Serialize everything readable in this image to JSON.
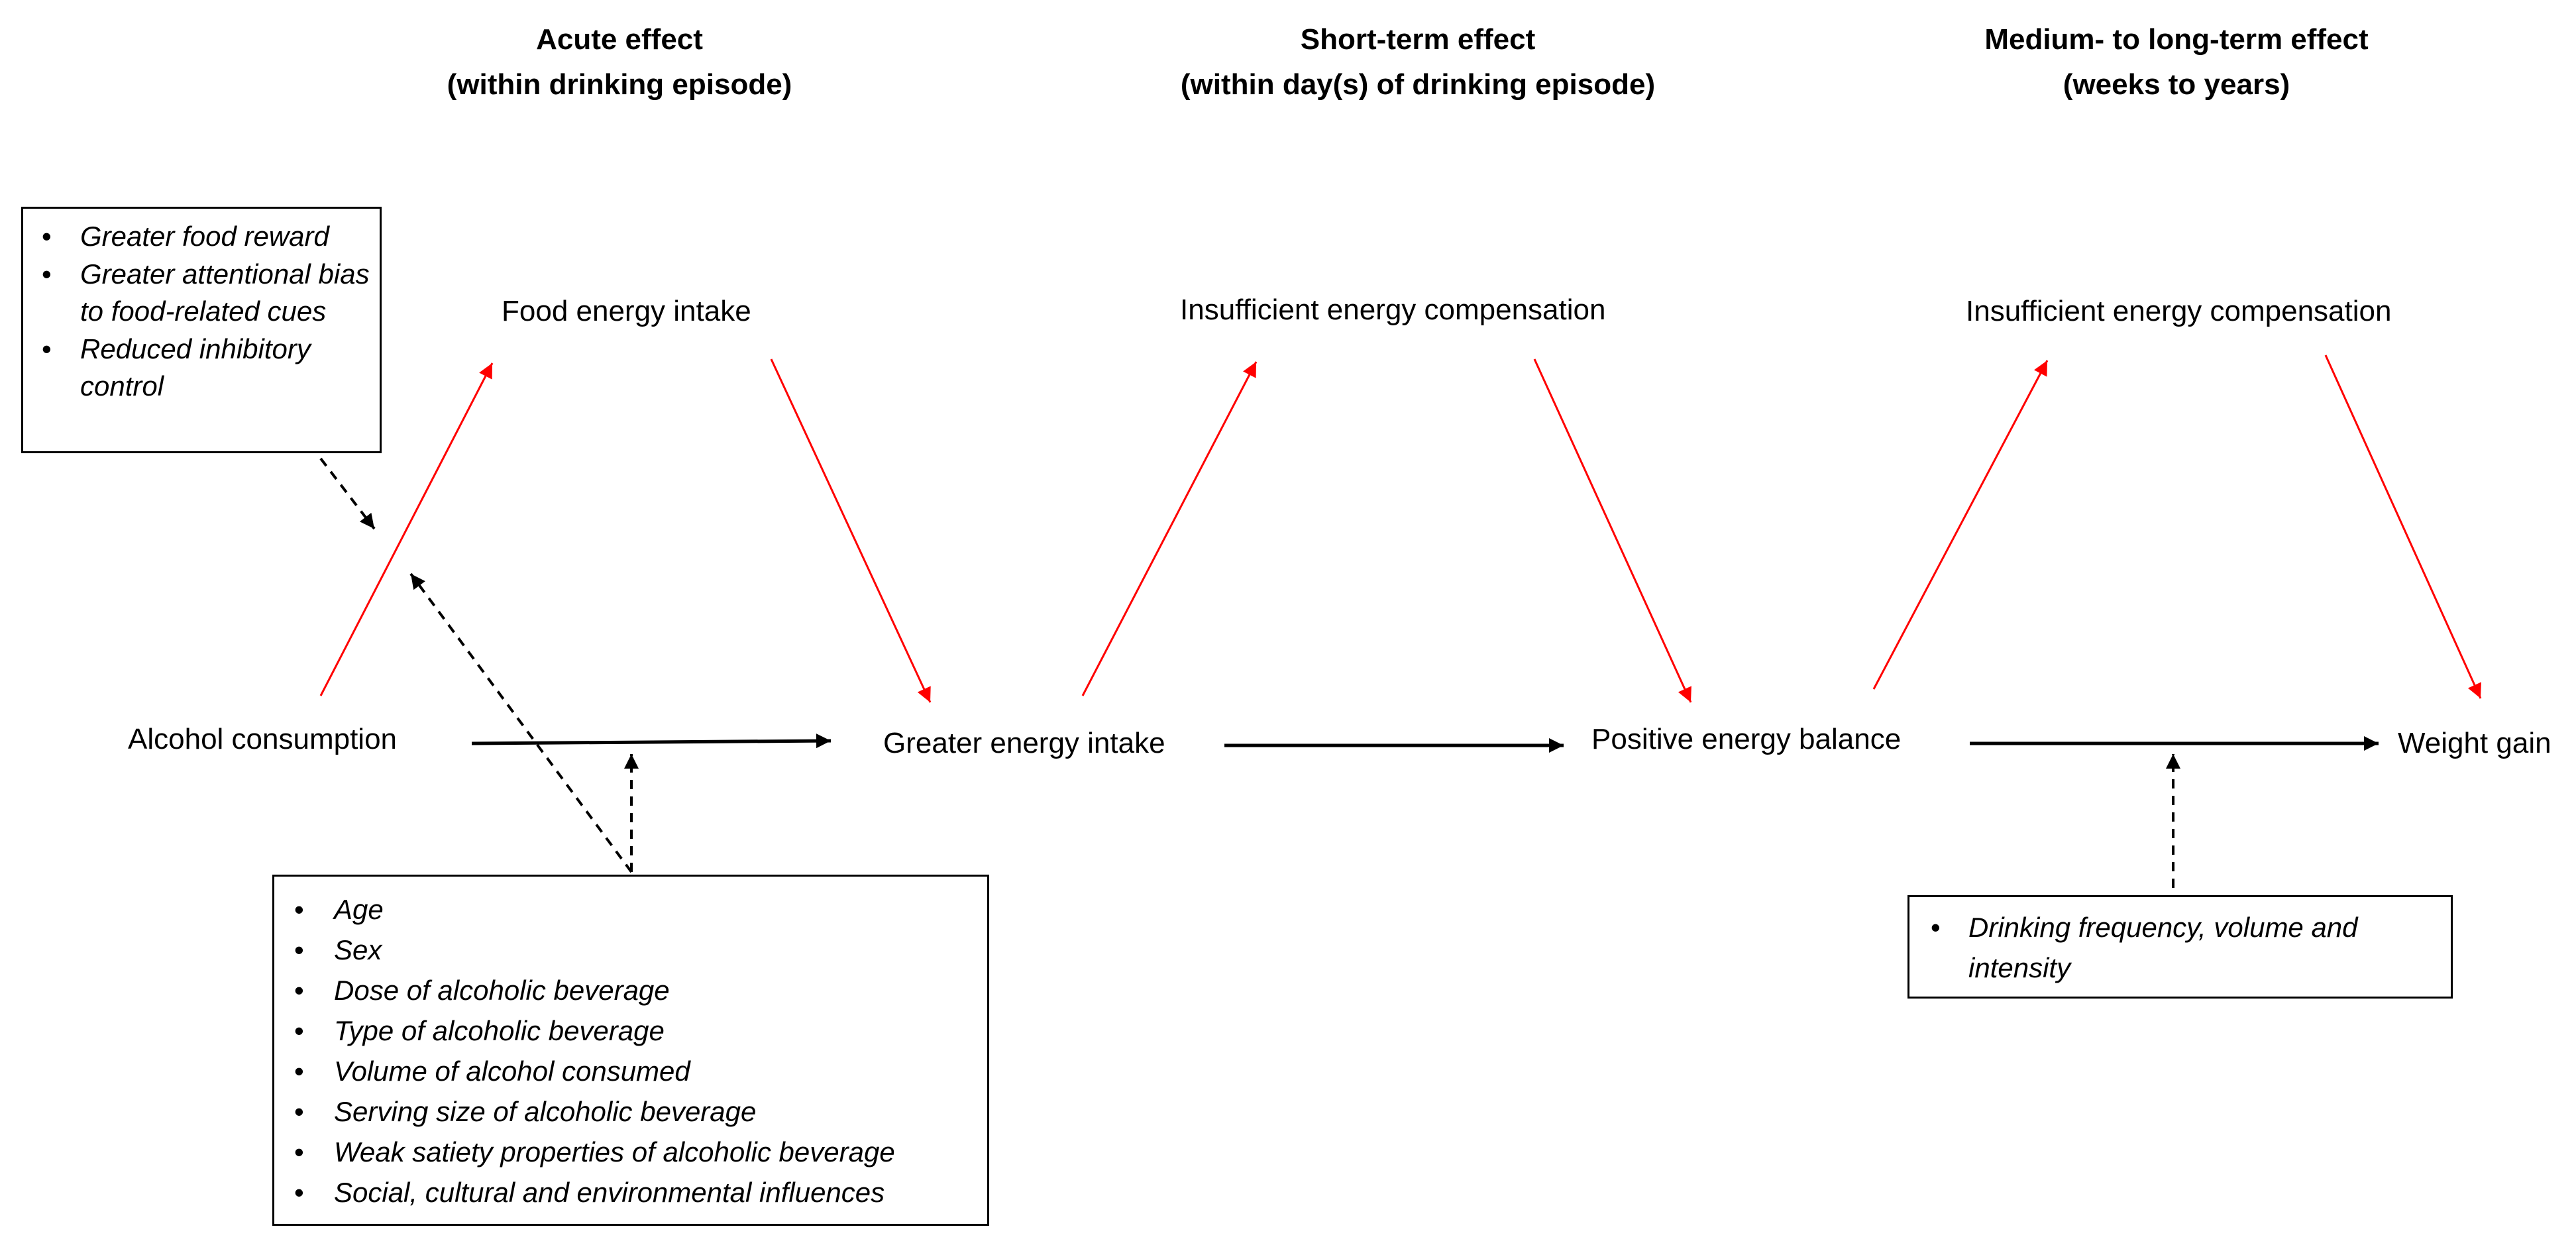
{
  "headers": {
    "acute": {
      "line1": "Acute effect",
      "line2": "(within drinking episode)"
    },
    "short": {
      "line1": "Short-term effect",
      "line2": "(within day(s) of drinking episode)"
    },
    "medium": {
      "line1": "Medium- to long-term effect",
      "line2": "(weeks to years)"
    }
  },
  "nodes": {
    "alcohol_consumption": "Alcohol consumption",
    "greater_energy_intake": "Greater energy intake",
    "positive_energy_balance": "Positive energy balance",
    "weight_gain": "Weight gain",
    "food_energy_intake": "Food energy intake",
    "insufficient_compensation_1": "Insufficient energy compensation",
    "insufficient_compensation_2": "Insufficient energy compensation"
  },
  "boxes": {
    "psychological": [
      "Greater food reward",
      "Greater attentional bias to food-related cues",
      "Reduced inhibitory control"
    ],
    "moderators": [
      "Age",
      "Sex",
      "Dose of alcoholic beverage",
      "Type of alcoholic beverage",
      "Volume of alcohol consumed",
      "Serving size of alcoholic beverage",
      "Weak satiety properties of alcoholic beverage",
      "Social, cultural and environmental influences"
    ],
    "drinking_pattern": [
      "Drinking frequency, volume and intensity"
    ]
  },
  "colors": {
    "main_arrow": "#000000",
    "compensation_arrow": "#ff0000",
    "moderator_arrow": "#000000"
  }
}
